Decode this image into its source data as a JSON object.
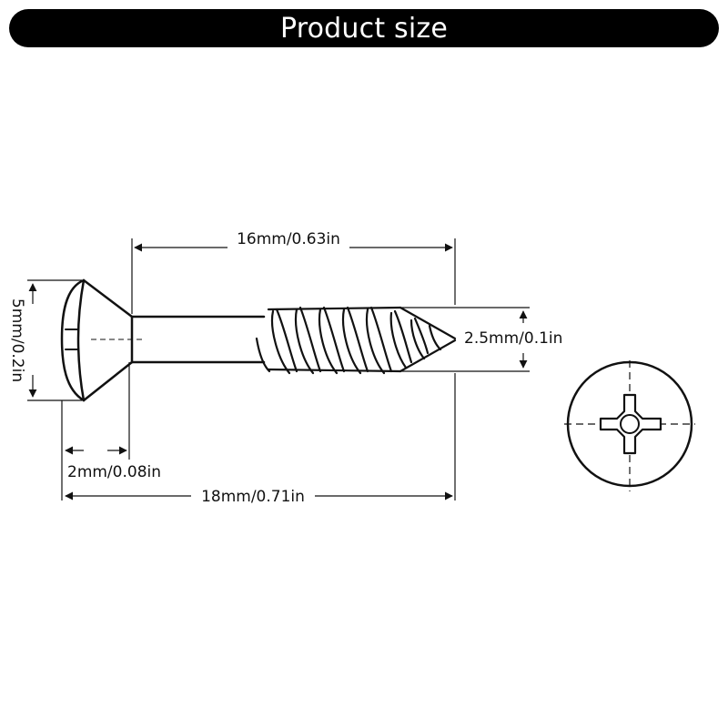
{
  "header": {
    "title": "Product size"
  },
  "dimensions": {
    "shank_length": "16mm/0.63in",
    "head_diameter": "5mm/0.2in",
    "tip_diameter": "2.5mm/0.1in",
    "head_height": "2mm/0.08in",
    "total_length": "18mm/0.71in"
  },
  "colors": {
    "line": "#111111",
    "banner": "#000000",
    "banner_text": "#ffffff"
  }
}
